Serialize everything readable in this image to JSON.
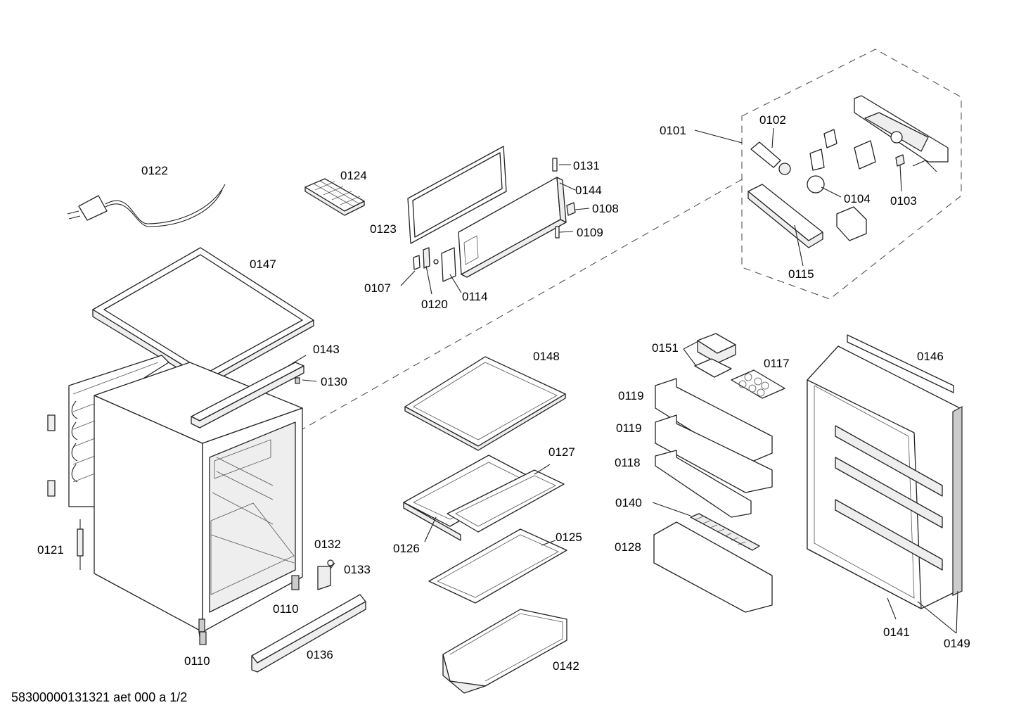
{
  "labels": {
    "p0101": "0101",
    "p0102": "0102",
    "p0103": "0103",
    "p0104": "0104",
    "p0107": "0107",
    "p0108": "0108",
    "p0109": "0109",
    "p0110a": "0110",
    "p0110b": "0110",
    "p0114": "0114",
    "p0115": "0115",
    "p0117": "0117",
    "p0118": "0118",
    "p0119a": "0119",
    "p0119b": "0119",
    "p0120": "0120",
    "p0121": "0121",
    "p0122": "0122",
    "p0123": "0123",
    "p0124": "0124",
    "p0125": "0125",
    "p0126": "0126",
    "p0127": "0127",
    "p0128": "0128",
    "p0130": "0130",
    "p0131": "0131",
    "p0132": "0132",
    "p0133": "0133",
    "p0136": "0136",
    "p0140": "0140",
    "p0141": "0141",
    "p0142": "0142",
    "p0143": "0143",
    "p0144": "0144",
    "p0146": "0146",
    "p0147": "0147",
    "p0148": "0148",
    "p0149": "0149",
    "p0151": "0151"
  },
  "footer": "58300000131321 aet 000 a 1/2"
}
